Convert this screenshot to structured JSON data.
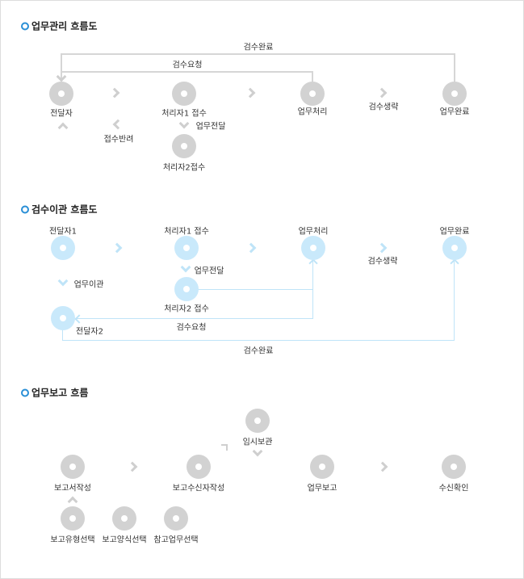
{
  "sections": [
    {
      "title": "업무관리 흐름도",
      "nodes": [
        "전달자",
        "처리자1 접수",
        "업무처리",
        "업무완료",
        "처리자2접수"
      ],
      "edges": {
        "complete": "검수완료",
        "request": "검수요청",
        "skip": "검수생략",
        "reject": "접수반려",
        "transfer": "업무전달"
      }
    },
    {
      "title": "검수이관 흐름도",
      "nodes": [
        "전달자1",
        "처리자1 접수",
        "업무처리",
        "업무완료",
        "처리자2 접수",
        "전달자2"
      ],
      "edges": {
        "skip": "검수생략",
        "move": "업무이관",
        "transfer": "업무전달",
        "request": "검수요청",
        "complete": "검수완료"
      }
    },
    {
      "title": "업무보고 흐름",
      "nodes": [
        "보고서작성",
        "보고수신자작성",
        "업무보고",
        "수신확인",
        "임시보관",
        "보고유형선택",
        "보고양식선택",
        "참고업무선택"
      ]
    }
  ],
  "colors": {
    "gray": "#d2d2d2",
    "blue": "#c9e9fb",
    "accent": "#2a8fd6"
  }
}
